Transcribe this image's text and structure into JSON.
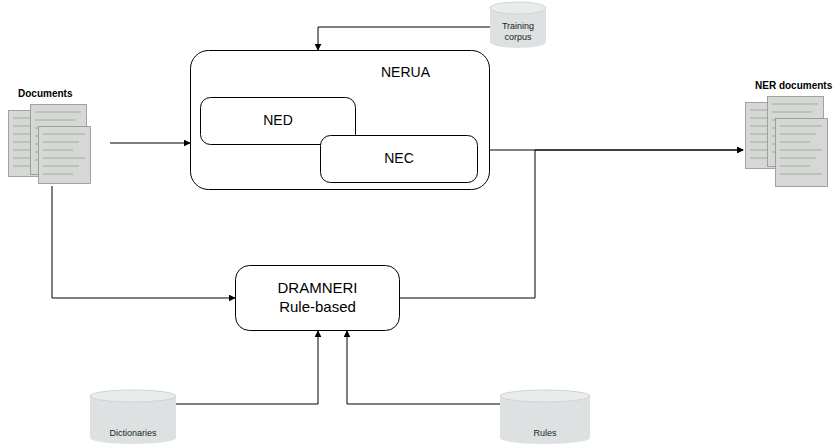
{
  "diagram": {
    "nodes": [
      {
        "text": [
          "Documents"
        ]
      },
      {
        "text": [
          "Training corpus"
        ]
      },
      {
        "text": [
          "NERUA"
        ]
      },
      {
        "text": [
          "NED"
        ],
        "in": 2
      },
      {
        "text": [
          "NEC"
        ],
        "in": 2
      },
      {
        "text": [
          "DRAMNERI Rule-based"
        ]
      },
      {
        "text": [
          "Dictionaries"
        ]
      },
      {
        "text": [
          "Rules"
        ]
      },
      {
        "text": [
          "NER documents"
        ]
      }
    ],
    "edges": [
      {
        "from": 0,
        "to": 2,
        "arrow": "to"
      },
      {
        "from": 0,
        "to": 5,
        "arrow": "to"
      },
      {
        "from": 1,
        "to": 2,
        "arrow": "to"
      },
      {
        "from": 6,
        "to": 5,
        "arrow": "to"
      },
      {
        "from": 7,
        "to": 5,
        "arrow": "to"
      },
      {
        "from": 2,
        "to": 8,
        "arrow": "to"
      },
      {
        "from": 5,
        "to": 8,
        "arrow": "to"
      }
    ]
  }
}
